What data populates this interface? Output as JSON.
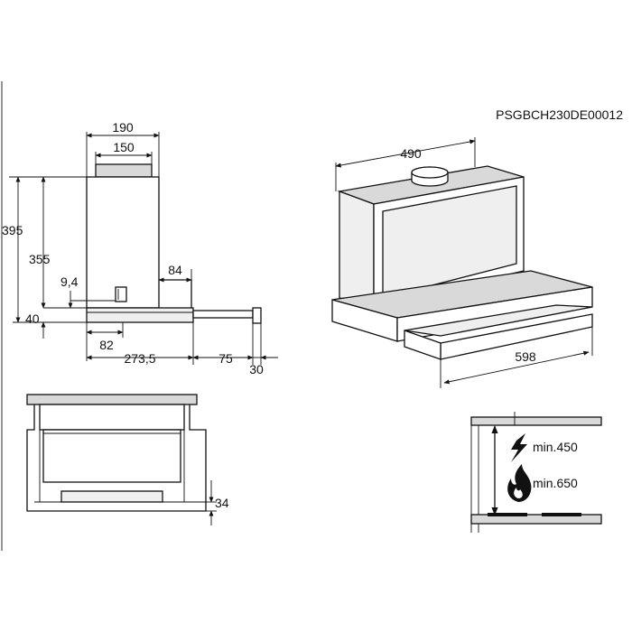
{
  "product_code": "PSGBCH230DE00012",
  "side_view": {
    "top_width_190": "190",
    "top_width_150": "150",
    "height_395": "395",
    "height_355": "355",
    "dim_9_4": "9,4",
    "dim_84": "84",
    "dim_40": "40",
    "dim_82": "82",
    "dim_273_5": "273,5",
    "dim_75": "75",
    "dim_30": "30"
  },
  "iso_view": {
    "width_490": "490",
    "width_598": "598"
  },
  "front_view": {
    "dim_34": "34"
  },
  "clearance": {
    "electric_label": "min.450",
    "gas_label": "min.650",
    "electric_icon": "lightning-icon",
    "gas_icon": "flame-icon"
  }
}
